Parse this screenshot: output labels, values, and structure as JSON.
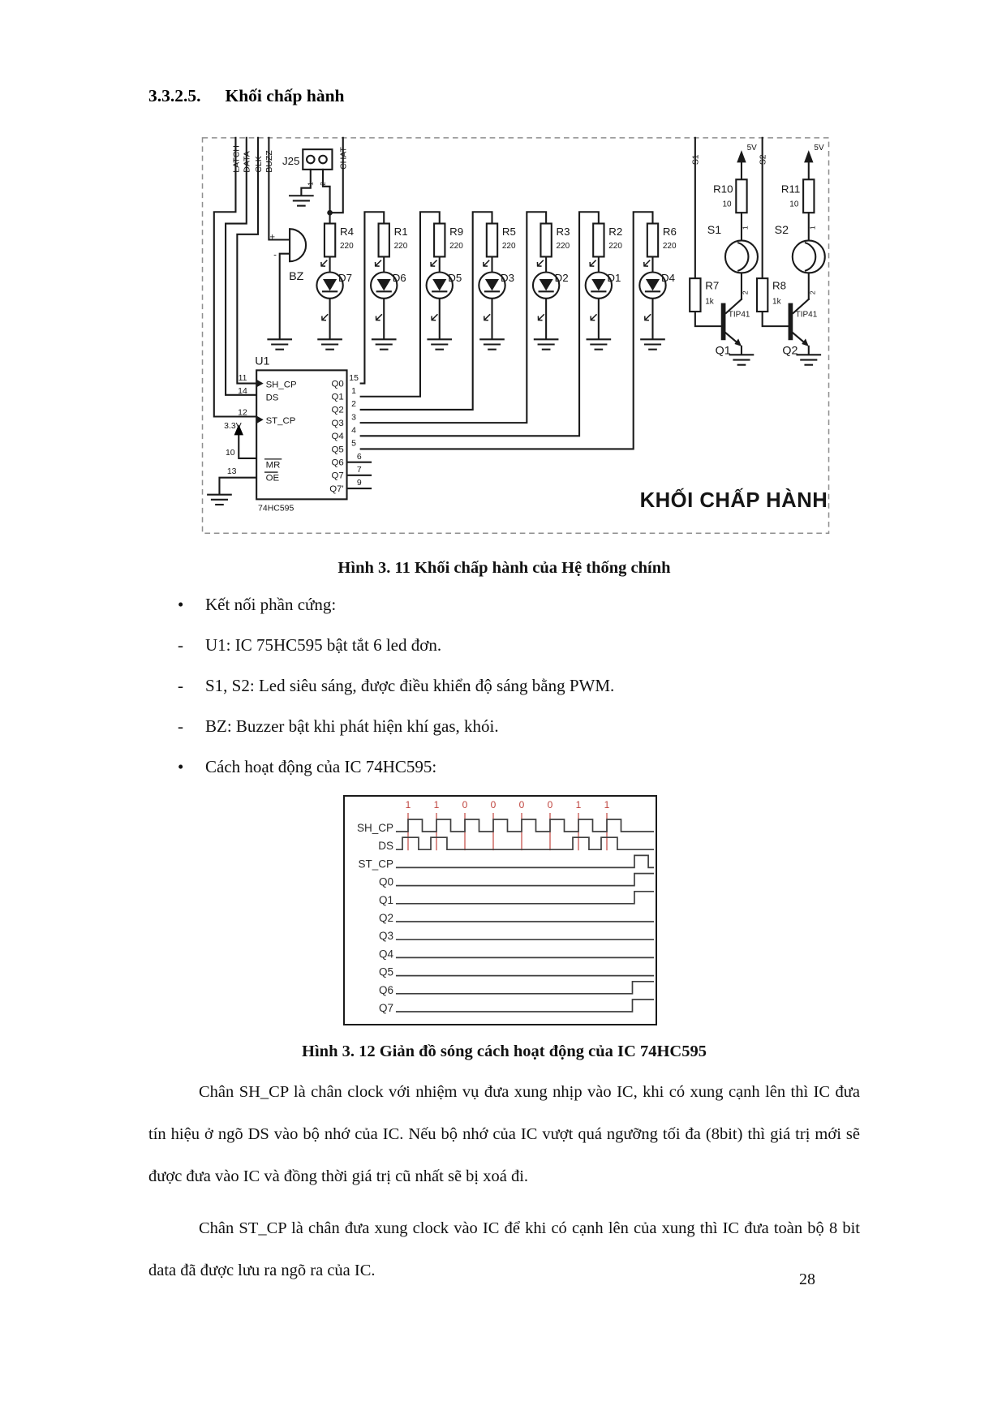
{
  "heading": {
    "number": "3.3.2.5.",
    "title": "Khối chấp hành"
  },
  "schematic": {
    "wire_labels": [
      "LATCH",
      "DATA",
      "CLK",
      "BUZZ"
    ],
    "chat_label": "CHAT",
    "connector": {
      "ref": "J25",
      "pin1": "1",
      "pin2": "2"
    },
    "buzzer": {
      "ref": "BZ",
      "plus": "+",
      "minus": "-"
    },
    "led_columns": [
      {
        "r": "R4",
        "val": "220",
        "d": "D7"
      },
      {
        "r": "R1",
        "val": "220",
        "d": "D6"
      },
      {
        "r": "R9",
        "val": "220",
        "d": "D5"
      },
      {
        "r": "R5",
        "val": "220",
        "d": "D3"
      },
      {
        "r": "R3",
        "val": "220",
        "d": "D2"
      },
      {
        "r": "R2",
        "val": "220",
        "d": "D1"
      },
      {
        "r": "R6",
        "val": "220",
        "d": "D4"
      }
    ],
    "ic": {
      "ref": "U1",
      "part": "74HC595",
      "supply": "3.3V",
      "left_pins": [
        {
          "num": "11",
          "name": "SH_CP"
        },
        {
          "num": "14",
          "name": "DS"
        },
        {
          "num": "12",
          "name": "ST_CP"
        },
        {
          "num": "10",
          "name": "MR"
        },
        {
          "num": "13",
          "name": "OE"
        }
      ],
      "right_pins": [
        {
          "num": "15",
          "name": "Q0"
        },
        {
          "num": "1",
          "name": "Q1"
        },
        {
          "num": "2",
          "name": "Q2"
        },
        {
          "num": "3",
          "name": "Q3"
        },
        {
          "num": "4",
          "name": "Q4"
        },
        {
          "num": "5",
          "name": "Q5"
        },
        {
          "num": "6",
          "name": "Q6"
        },
        {
          "num": "7",
          "name": "Q7"
        },
        {
          "num": "9",
          "name": "Q7'"
        }
      ]
    },
    "drivers": [
      {
        "ctrl": "S1",
        "supply": "5V",
        "r_top": "R10",
        "r_top_val": "10",
        "lamp": "S1",
        "pin1": "1",
        "pin2": "2",
        "r_base": "R7",
        "r_base_val": "1k",
        "transistor": "TIP41",
        "q": "Q1"
      },
      {
        "ctrl": "S2",
        "supply": "5V",
        "r_top": "R11",
        "r_top_val": "10",
        "lamp": "S2",
        "pin1": "1",
        "pin2": "2",
        "r_base": "R8",
        "r_base_val": "1k",
        "transistor": "TIP41",
        "q": "Q2"
      }
    ],
    "block_label": "KHỐI CHẤP HÀNH"
  },
  "caption1": "Hình 3. 11 Khối chấp hành của Hệ thống chính",
  "bullets": [
    {
      "marker": "•",
      "text": "Kết nối phần cứng:"
    },
    {
      "marker": "-",
      "text": "U1: IC 75HC595 bật tắt 6 led đơn."
    },
    {
      "marker": "-",
      "text": "S1, S2: Led siêu sáng, được điều khiển độ sáng bằng PWM."
    },
    {
      "marker": "-",
      "text": "BZ: Buzzer bật khi phát hiện khí gas, khói."
    },
    {
      "marker": "•",
      "text": "Cách hoạt động của IC 74HC595:"
    }
  ],
  "chart_data": {
    "type": "timing-waveform",
    "bits": [
      "1",
      "1",
      "0",
      "0",
      "0",
      "0",
      "1",
      "1"
    ],
    "bit_times": [
      0,
      1,
      2,
      3,
      4,
      5,
      6,
      7
    ],
    "bit_color": "#c0453f",
    "t_range": [
      -0.43,
      8.66
    ],
    "signals": [
      {
        "name": "SH_CP",
        "transitions": [
          [
            0,
            1
          ],
          [
            0.5,
            0
          ],
          [
            1,
            1
          ],
          [
            1.5,
            0
          ],
          [
            2,
            1
          ],
          [
            2.5,
            0
          ],
          [
            3,
            1
          ],
          [
            3.5,
            0
          ],
          [
            4,
            1
          ],
          [
            4.5,
            0
          ],
          [
            5,
            1
          ],
          [
            5.5,
            0
          ],
          [
            6,
            1
          ],
          [
            6.5,
            0
          ],
          [
            7,
            1
          ],
          [
            7.5,
            0
          ]
        ]
      },
      {
        "name": "DS",
        "transitions": [
          [
            -0.2,
            1
          ],
          [
            0.37,
            0
          ],
          [
            0.8,
            1
          ],
          [
            1.37,
            0
          ],
          [
            5.8,
            1
          ],
          [
            6.37,
            0
          ],
          [
            6.8,
            1
          ],
          [
            7.37,
            0
          ]
        ]
      },
      {
        "name": "ST_CP",
        "transitions": [
          [
            7.97,
            1
          ],
          [
            8.46,
            0
          ]
        ]
      },
      {
        "name": "Q0",
        "transitions": [
          [
            7.97,
            1
          ]
        ]
      },
      {
        "name": "Q1",
        "transitions": [
          [
            7.97,
            1
          ]
        ]
      },
      {
        "name": "Q2",
        "transitions": []
      },
      {
        "name": "Q3",
        "transitions": []
      },
      {
        "name": "Q4",
        "transitions": []
      },
      {
        "name": "Q5",
        "transitions": []
      },
      {
        "name": "Q6",
        "transitions": [
          [
            7.9,
            1
          ]
        ]
      },
      {
        "name": "Q7",
        "transitions": [
          [
            7.9,
            1
          ]
        ]
      }
    ]
  },
  "caption2": "Hình 3. 12 Giản đồ sóng cách hoạt động của IC 74HC595",
  "para1": "Chân SH_CP là chân clock với nhiệm vụ đưa xung nhịp vào IC, khi có xung cạnh lên thì IC đưa tín hiệu ở ngõ DS vào bộ nhớ của IC. Nếu bộ nhớ của IC vượt quá ngưỡng tối đa (8bit) thì giá trị mới sẽ được đưa vào IC và đồng thời giá trị cũ nhất sẽ bị xoá đi.",
  "para2": "Chân ST_CP là chân đưa xung clock vào IC để khi có cạnh lên của xung thì IC đưa toàn bộ 8 bit data đã được lưu ra ngõ ra của IC.",
  "page_number": "28"
}
